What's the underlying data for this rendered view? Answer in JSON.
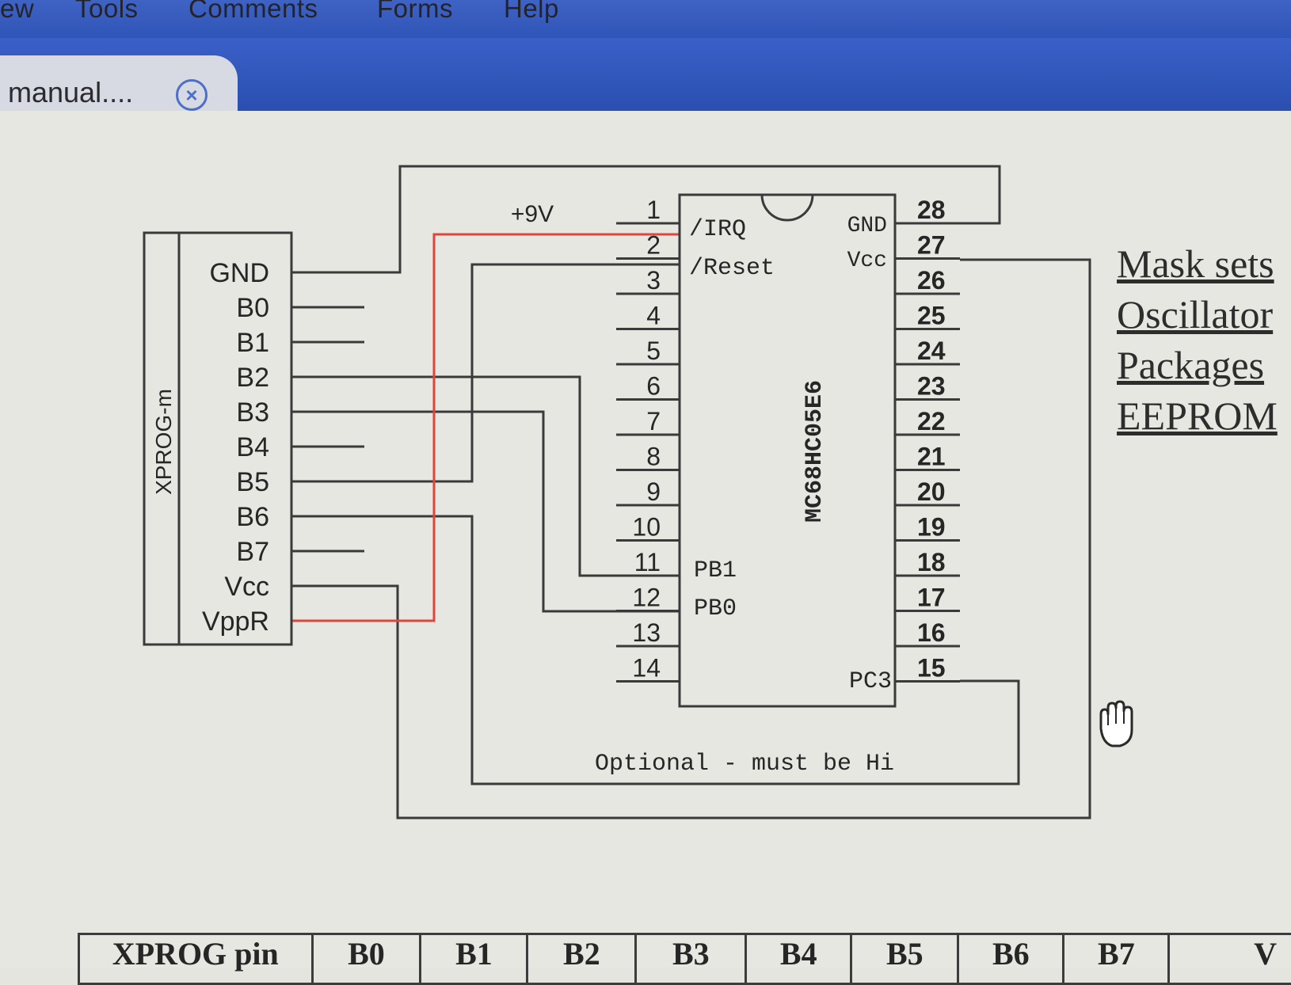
{
  "menu": {
    "items": [
      {
        "label": "ew"
      },
      {
        "label": "Tools"
      },
      {
        "label": "Comments"
      },
      {
        "label": "Forms"
      },
      {
        "label": "Help"
      }
    ]
  },
  "tab": {
    "title": "manual....",
    "close_icon": "close-circle-icon"
  },
  "schematic": {
    "connector_label": "XPROG-m",
    "connector_pins": [
      "GND",
      "B0",
      "B1",
      "B2",
      "B3",
      "B4",
      "B5",
      "B6",
      "B7",
      "Vcc",
      "VppR"
    ],
    "supply_label": "+9V",
    "chip_label": "MC68HC05E6",
    "chip_left_pins": [
      "1",
      "2",
      "3",
      "4",
      "5",
      "6",
      "7",
      "8",
      "9",
      "10",
      "11",
      "12",
      "13",
      "14"
    ],
    "chip_right_pins": [
      "28",
      "27",
      "26",
      "25",
      "24",
      "23",
      "22",
      "21",
      "20",
      "19",
      "18",
      "17",
      "16",
      "15"
    ],
    "chip_signal_labels": [
      "/IRQ",
      "/Reset",
      "PB1",
      "PB0",
      "GND",
      "Vcc",
      "PC3"
    ],
    "note": "Optional - must be Hi",
    "wire_color": "#3a3a3a",
    "supply_wire_color": "#e0443c"
  },
  "side_links": [
    "Mask sets",
    "Oscillator",
    "Packages",
    "EEPROM"
  ],
  "pin_table": {
    "headers": [
      "XPROG pin",
      "B0",
      "B1",
      "B2",
      "B3",
      "B4",
      "B5",
      "B6",
      "B7",
      "V"
    ]
  }
}
